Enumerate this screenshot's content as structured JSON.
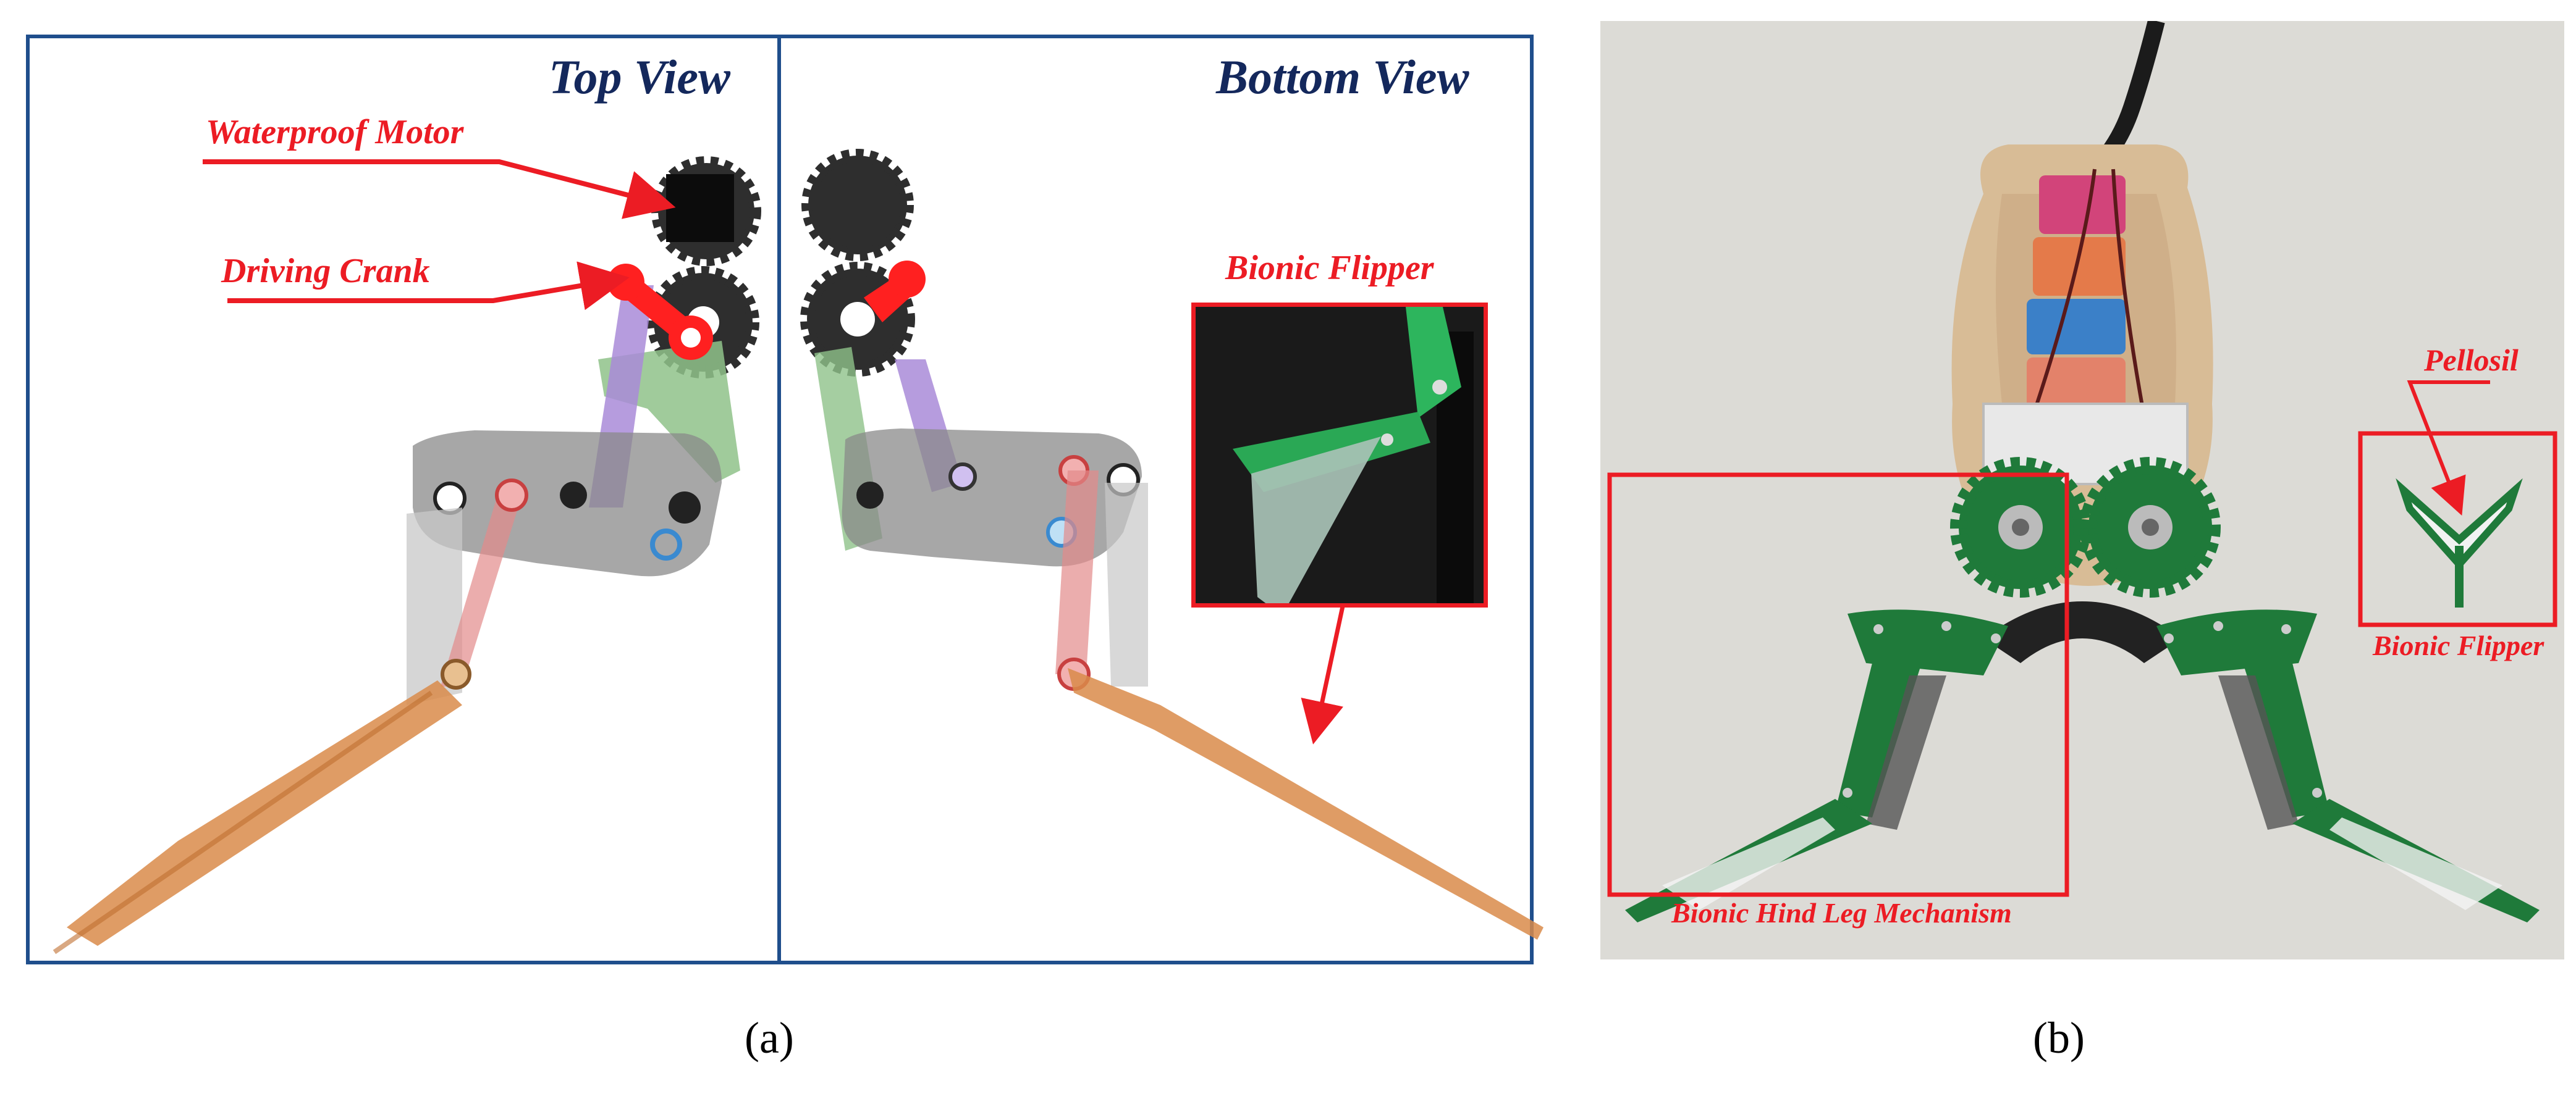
{
  "figure": {
    "panels": [
      {
        "id": "a",
        "sublabel": "(a)",
        "views": [
          {
            "title": "Top View"
          },
          {
            "title": "Bottom View"
          }
        ],
        "callouts": {
          "motor": "Waterproof Motor",
          "crank": "Driving Crank",
          "flipper": "Bionic Flipper"
        }
      },
      {
        "id": "b",
        "sublabel": "(b)",
        "callouts": {
          "pellosil": "Pellosil",
          "flipper": "Bionic Flipper",
          "hind_leg": "Bionic Hind Leg Mechanism"
        }
      }
    ]
  },
  "colors": {
    "frame": "#1f4e8c",
    "title": "#14285c",
    "callout": "#ec1c24",
    "gear": "#2e2e2e",
    "link_purple": "#a98bd8",
    "link_green": "#8fc28a",
    "link_pink": "#e38a8a",
    "foot": "#d98b4a",
    "print_green": "#1f7a3a"
  }
}
